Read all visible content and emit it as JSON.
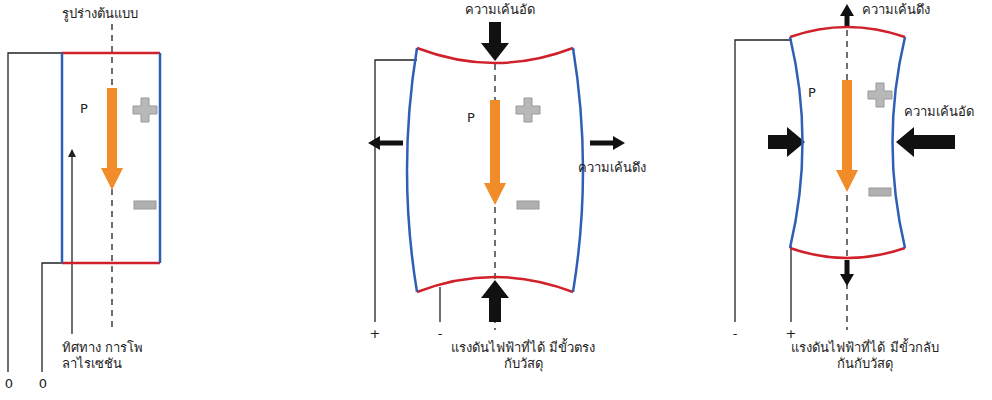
{
  "diagram": {
    "nodes": [
      {
        "text": [
          "P"
        ]
      },
      {
        "text": [
          "P"
        ]
      },
      {
        "text": [
          "P"
        ]
      }
    ],
    "labels": [
      "รูปร่างต้นแบบ",
      "0",
      "0",
      "ทิศทาง การโพลาไรเซชัน",
      "ความเค้นอัด",
      "ความเค้นดึง",
      "+",
      "-",
      "แรงดันไฟฟ้าที่ได้ มีขั้วตรงกับวัสดุ",
      "ความเค้นดึง",
      "ความเค้นอัด",
      "-",
      "+",
      "แรงดันไฟฟ้าที่ได้ มีขั้วกลับกันกับวัสดุ"
    ]
  }
}
